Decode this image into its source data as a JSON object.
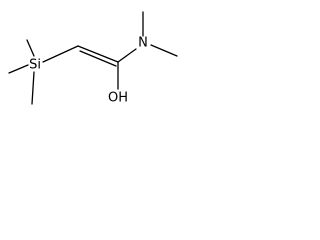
{
  "molecule": {
    "atoms": {
      "silicon": "Si",
      "nitrogen": "N",
      "hydroxyl": "OH"
    }
  }
}
